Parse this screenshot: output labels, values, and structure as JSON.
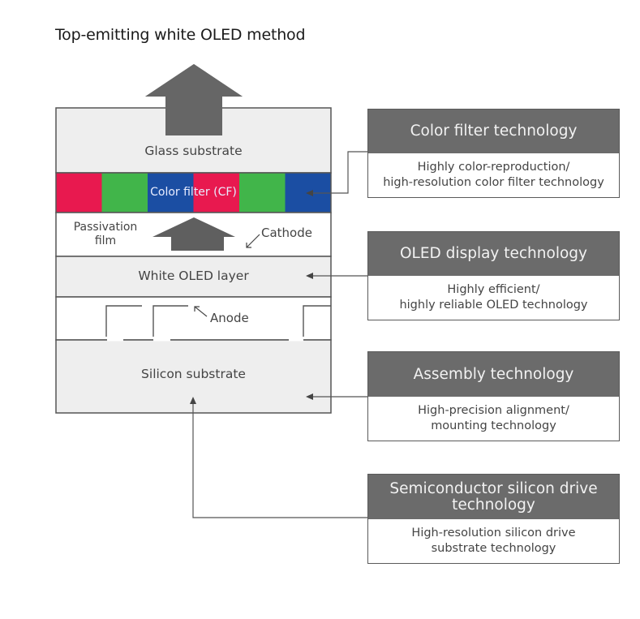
{
  "title": "Top-emitting white OLED method",
  "stack": {
    "layers": {
      "glass_substrate": "Glass substrate",
      "color_filter": "Color filter (CF)",
      "passivation_film_line1": "Passivation",
      "passivation_film_line2": "film",
      "cathode": "Cathode",
      "white_oled_layer": "White OLED layer",
      "anode": "Anode",
      "silicon_substrate": "Silicon substrate"
    },
    "color_filter_cells": [
      {
        "color": "red",
        "hex": "#e8194f"
      },
      {
        "color": "green",
        "hex": "#41b54a"
      },
      {
        "color": "blue",
        "hex": "#1b4ea3"
      },
      {
        "color": "red",
        "hex": "#e8194f"
      },
      {
        "color": "green",
        "hex": "#41b54a"
      },
      {
        "color": "blue",
        "hex": "#1b4ea3"
      }
    ]
  },
  "technologies": [
    {
      "heading": "Color filter technology",
      "desc_line1": "Highly color-reproduction/",
      "desc_line2": "high-resolution color filter technology",
      "points_to": "Color filter (CF)"
    },
    {
      "heading": "OLED display technology",
      "desc_line1": "Highly efficient/",
      "desc_line2": "highly reliable OLED technology",
      "points_to": "White OLED layer"
    },
    {
      "heading": "Assembly technology",
      "desc_line1": "High-precision alignment/",
      "desc_line2": "mounting technology",
      "points_to": "Silicon substrate"
    },
    {
      "heading_line1": "Semiconductor silicon drive",
      "heading_line2": "technology",
      "desc_line1": "High-resolution silicon drive",
      "desc_line2": "substrate technology",
      "points_to": "Silicon substrate"
    }
  ],
  "colors": {
    "header_gray": "#6b6b6b",
    "layer_gray": "#eeeeee",
    "arrow_gray": "#5f5f5f",
    "outline": "#555555"
  }
}
